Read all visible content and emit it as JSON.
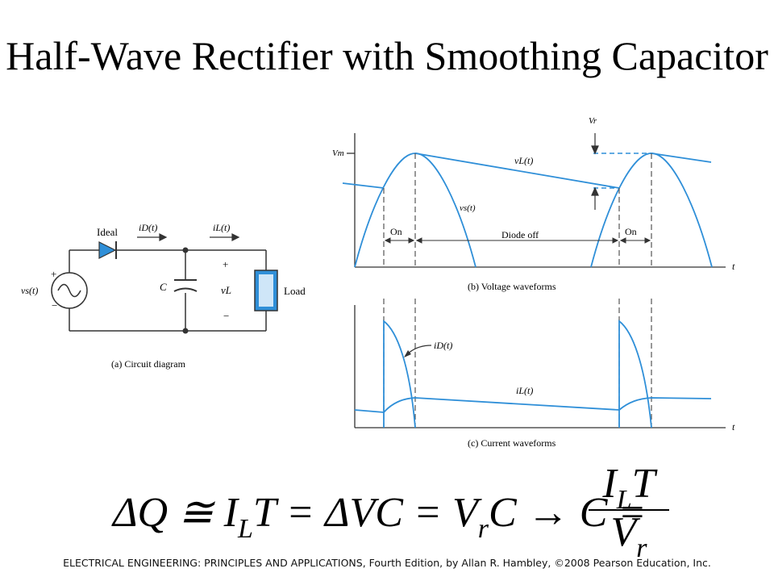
{
  "slide": {
    "title": "Half-Wave Rectifier with Smoothing Capacitor",
    "credit": "ELECTRICAL ENGINEERING: PRINCIPLES AND APPLICATIONS, Fourth Edition, by Allan R. Hambley, ©2008 Pearson Education, Inc."
  },
  "circuit": {
    "caption": "(a) Circuit diagram",
    "diode_label": "Ideal",
    "source_label": "vs(t)",
    "capacitor_label": "C",
    "load_label": "Load",
    "load_voltage": "vL",
    "diode_current": "iD(t)",
    "load_current": "iL(t)",
    "plus": "+",
    "minus": "−"
  },
  "voltage_plot": {
    "caption": "(b) Voltage waveforms",
    "peak_label": "Vm",
    "ripple_label": "Vr",
    "load_voltage_label": "vL(t)",
    "source_voltage_label": "vs(t)",
    "on_label": "On",
    "off_label": "Diode off",
    "time_axis": "t"
  },
  "current_plot": {
    "caption": "(c) Current waveforms",
    "diode_current_label": "iD(t)",
    "load_current_label": "iL(t)",
    "time_axis": "t"
  },
  "equation": {
    "lhs": "ΔQ ≅ I",
    "sub_L": "L",
    "mid1": "T = ΔVC = V",
    "sub_r": "r",
    "mid2": "C → C =",
    "num": "I",
    "num_T": "T",
    "den": "V"
  },
  "colors": {
    "waveform": "#2f8fd8",
    "dashed_blue": "#2f8fd8",
    "dashed_gray": "#555555"
  }
}
